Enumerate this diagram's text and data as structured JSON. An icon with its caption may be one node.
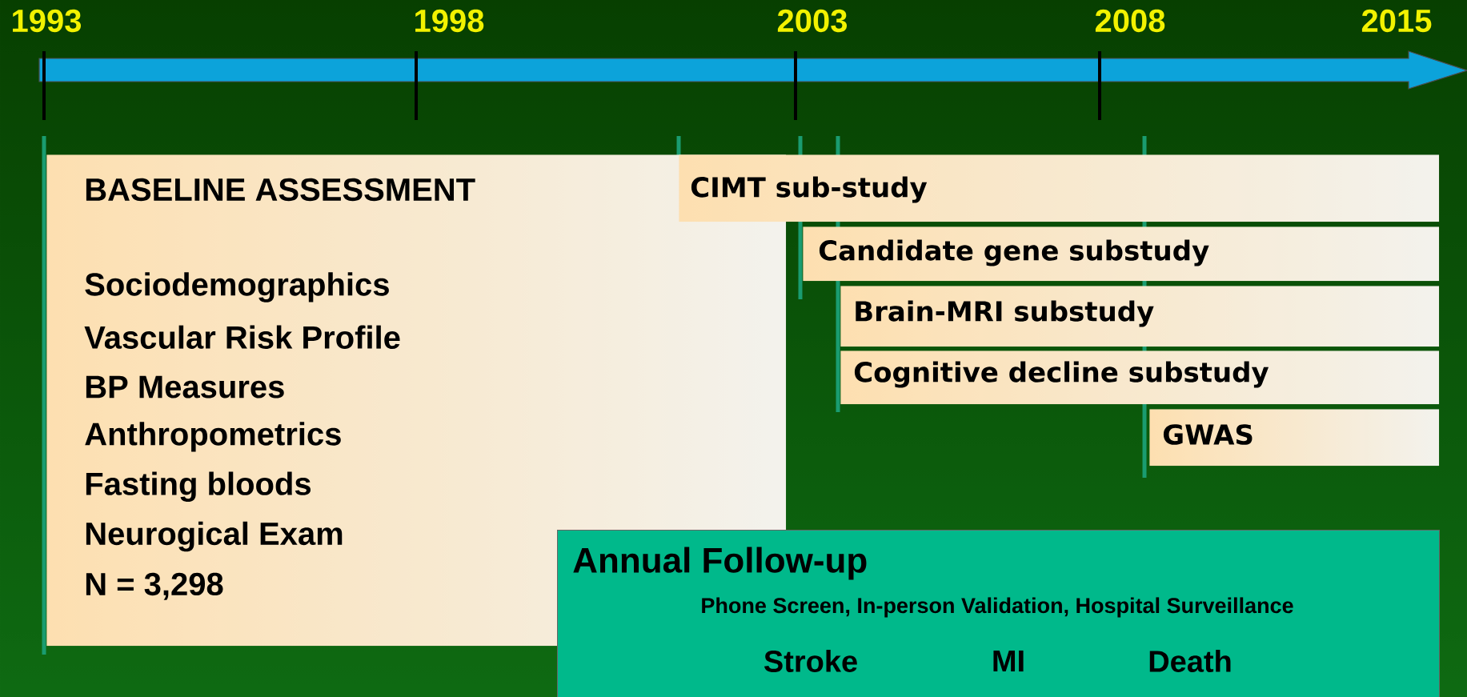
{
  "diagram": {
    "nodes": [
      {
        "text": [
          "BASELINE  ASSESSMENT",
          "Sociodemographics",
          "Vascular Risk Profile",
          "BP Measures",
          "Anthropometrics",
          "Fasting bloods",
          "Neurogical Exam",
          "N = 3,298"
        ]
      },
      {
        "text": [
          "CIMT sub-study"
        ]
      },
      {
        "text": [
          "Candidate gene substudy"
        ]
      },
      {
        "text": [
          "Brain-MRI substudy"
        ]
      },
      {
        "text": [
          "Cognitive decline substudy"
        ]
      },
      {
        "text": [
          "GWAS"
        ]
      },
      {
        "text": [
          "Annual Follow-up",
          "Phone Screen, In-person Validation, Hospital Surveillance",
          "Stroke",
          "MI",
          "Death"
        ]
      }
    ],
    "labels": [
      "1993",
      "1998",
      "2003",
      "2008",
      "2015"
    ]
  }
}
